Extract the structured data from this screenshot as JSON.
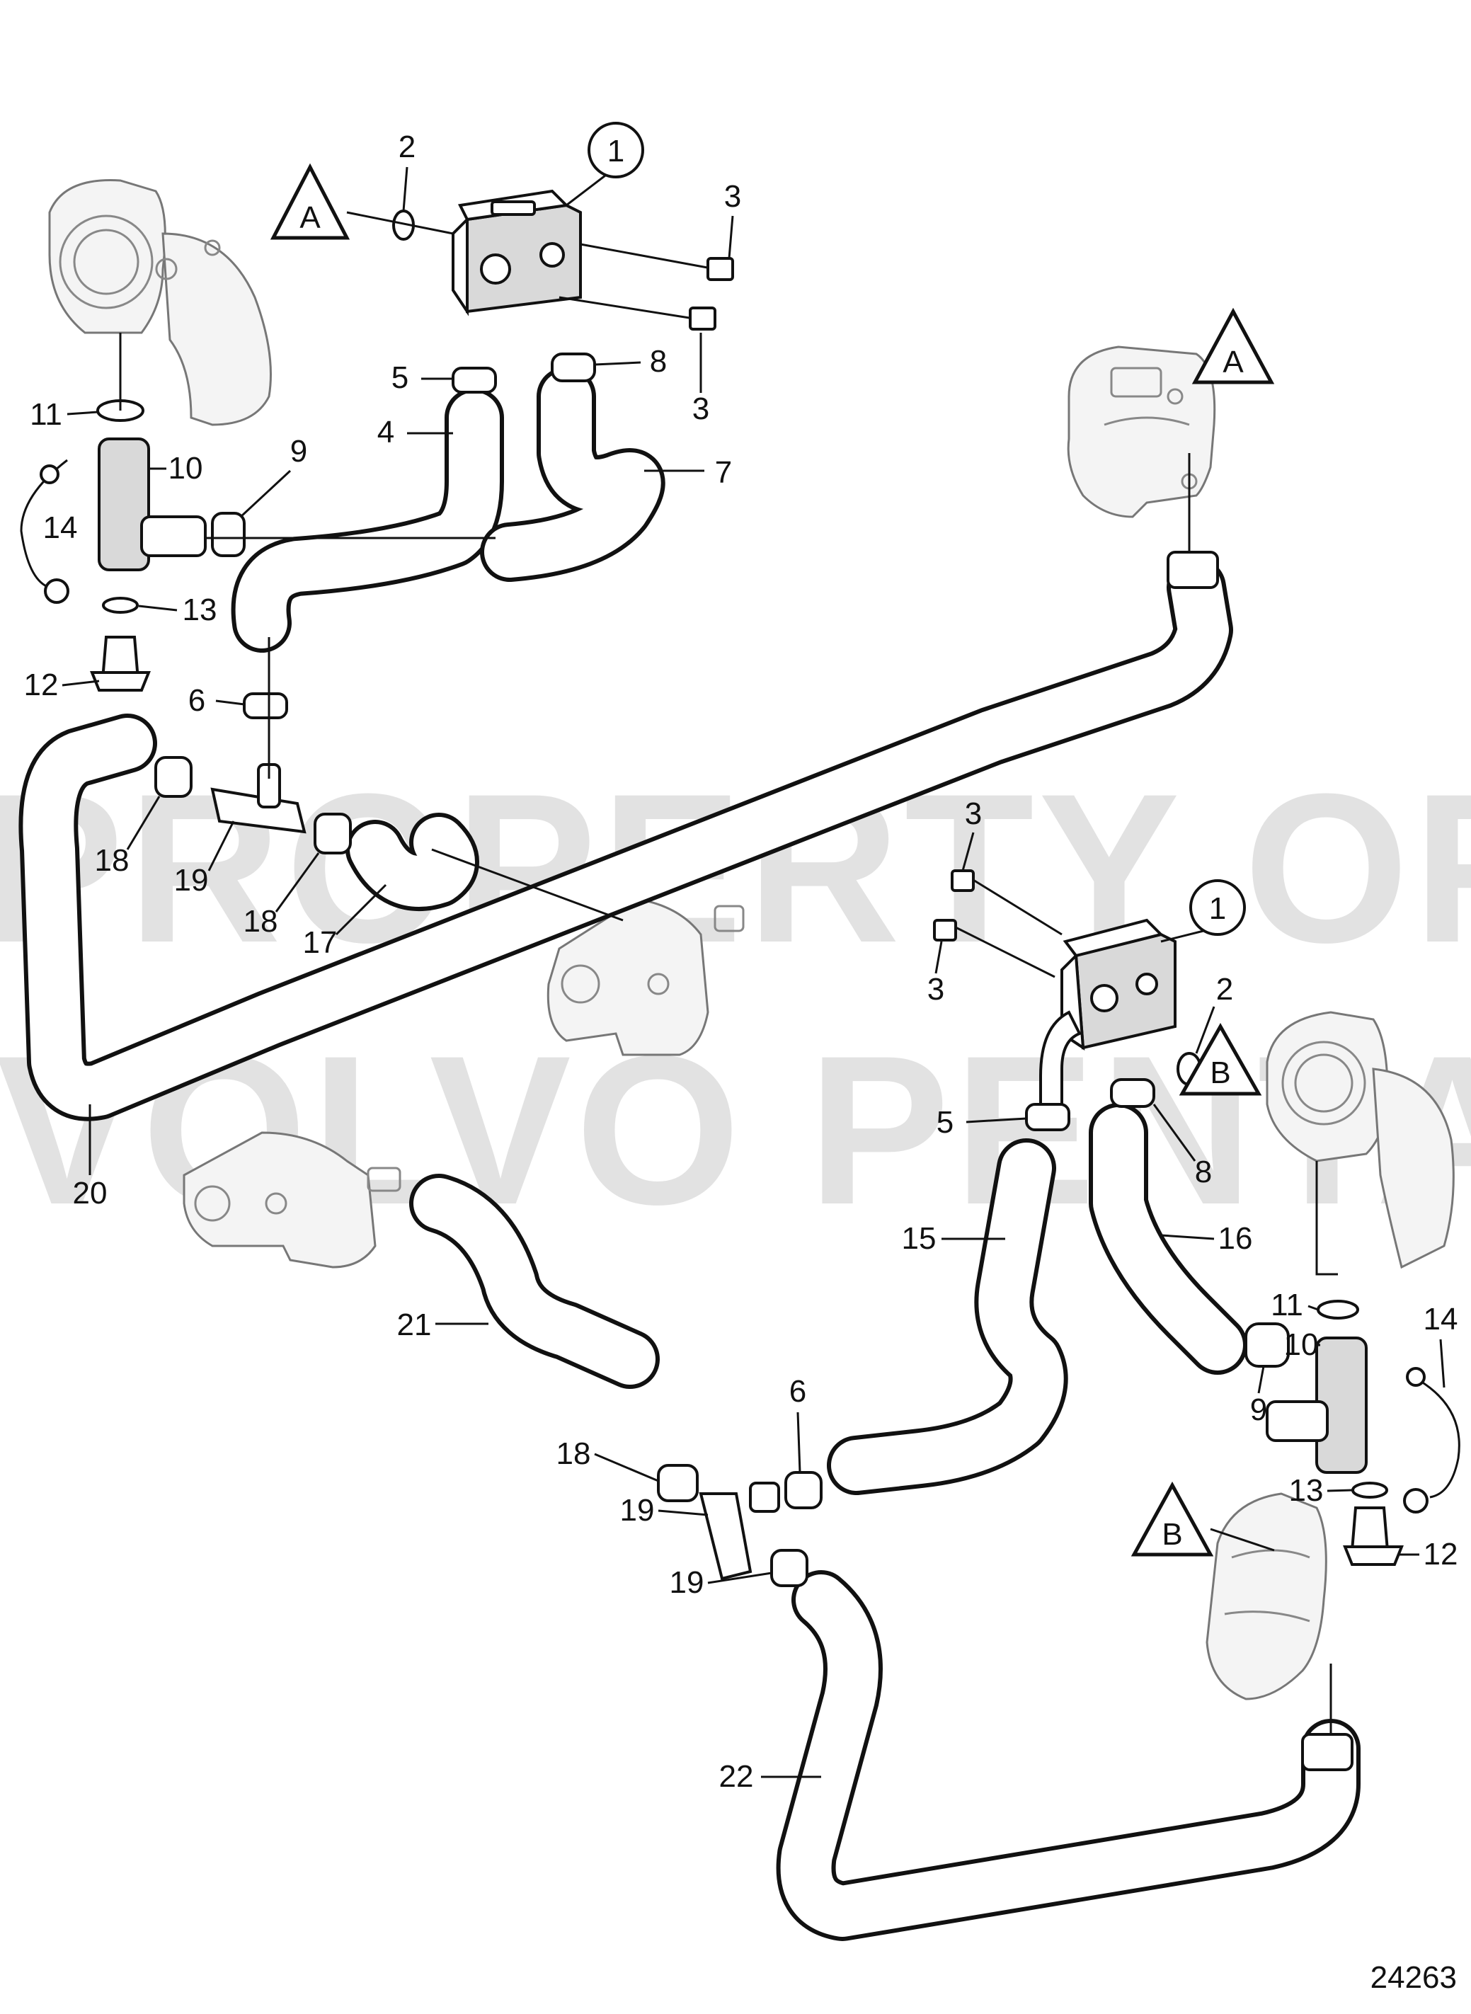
{
  "diagram_id": "24263",
  "watermark": {
    "line1": "PROPERTY OF",
    "line2": "VOLVO PENTA"
  },
  "callouts": {
    "c1a": "1",
    "c1b": "1",
    "c2a": "2",
    "c2b": "2",
    "c3a": "3",
    "c3b": "3",
    "c3c": "3",
    "c3d": "3",
    "c4": "4",
    "c5a": "5",
    "c5b": "5",
    "c6a": "6",
    "c6b": "6",
    "c7": "7",
    "c8a": "8",
    "c8b": "8",
    "c9a": "9",
    "c9b": "9",
    "c10a": "10",
    "c10b": "10",
    "c11a": "11",
    "c11b": "11",
    "c12a": "12",
    "c12b": "12",
    "c13a": "13",
    "c13b": "13",
    "c14a": "14",
    "c14b": "14",
    "c15": "15",
    "c16": "16",
    "c17": "17",
    "c18a": "18",
    "c18b": "18",
    "c18c": "18",
    "c19a": "19",
    "c19b": "19",
    "c19c": "19",
    "c20": "20",
    "c21": "21",
    "c22": "22"
  },
  "references": {
    "refA1": "A",
    "refA2": "A",
    "refB1": "B",
    "refB2": "B"
  }
}
